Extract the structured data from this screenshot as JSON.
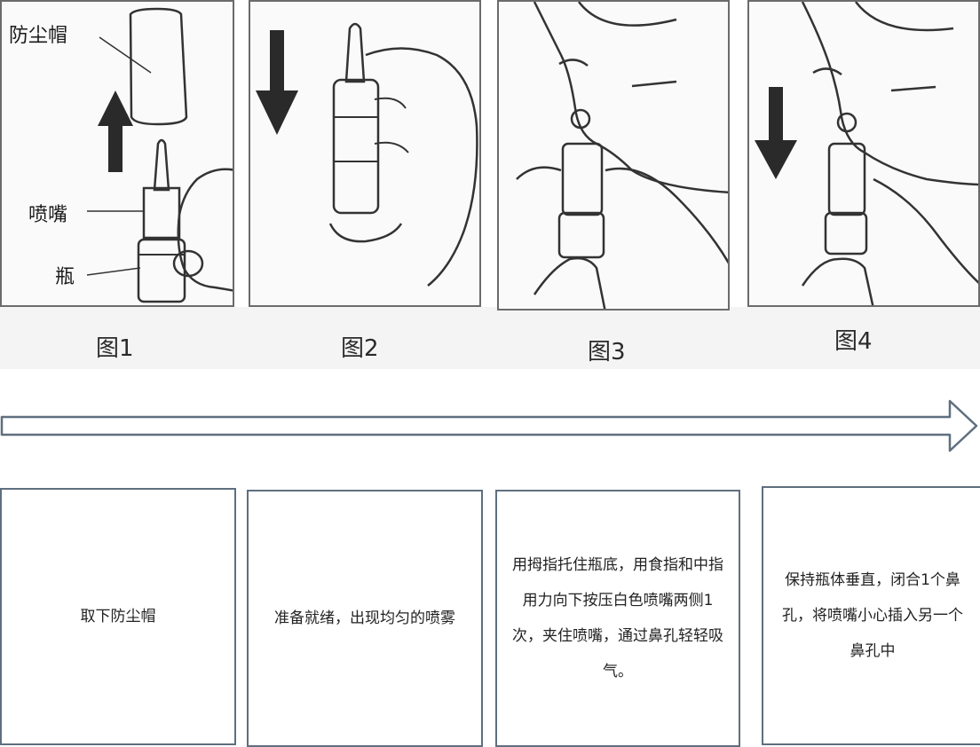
{
  "figures": [
    {
      "caption": "图1",
      "labels": {
        "cap": "防尘帽",
        "nozzle": "喷嘴",
        "bottle": "瓶"
      }
    },
    {
      "caption": "图2"
    },
    {
      "caption": "图3"
    },
    {
      "caption": "图4"
    }
  ],
  "steps": [
    {
      "text": "取下防尘帽"
    },
    {
      "text": "准备就绪，出现均匀的喷雾"
    },
    {
      "text": "用拇指托住瓶底，用食指和中指用力向下按压白色喷嘴两侧1次，夹住喷嘴，通过鼻孔轻轻吸气。"
    },
    {
      "text": "保持瓶体垂直，闭合1个鼻孔，将喷嘴小心插入另一个鼻孔中"
    }
  ]
}
